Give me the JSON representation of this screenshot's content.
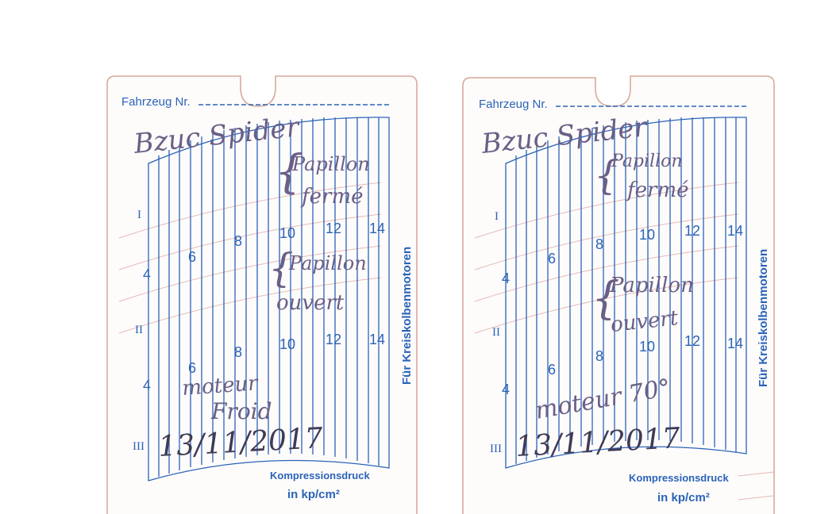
{
  "cards": [
    {
      "label": "Fahrzeug Nr.",
      "side": "Für Kreiskolbenmotoren",
      "caption1": "Kompressionsdruck",
      "caption2": "in kp/cm²",
      "rings": [
        "I",
        "II",
        "III"
      ],
      "scale_top": [
        "4",
        "6",
        "8",
        "10",
        "12",
        "14"
      ],
      "scale_mid": [
        "4",
        "6",
        "8",
        "10",
        "12",
        "14"
      ],
      "hw_title": "Bzuc Spider",
      "hw_1a": "Papillon",
      "hw_1b": "fermé",
      "hw_2a": "Papillon",
      "hw_2b": "ouvert",
      "hw_3a": "moteur",
      "hw_3b": "Froid",
      "hw_date": "13/11/2017"
    },
    {
      "label": "Fahrzeug Nr.",
      "side": "Für Kreiskolbenmotoren",
      "caption1": "Kompressionsdruck",
      "caption2": "in kp/cm²",
      "rings": [
        "I",
        "II",
        "III"
      ],
      "scale_top": [
        "4",
        "6",
        "8",
        "10",
        "12",
        "14"
      ],
      "scale_mid": [
        "4",
        "6",
        "8",
        "10",
        "12",
        "14"
      ],
      "hw_title": "Bzuc Spider",
      "hw_1a": "Papillon",
      "hw_1b": "fermé",
      "hw_2a": "Papillon",
      "hw_2b": "ouvert",
      "hw_3a": "moteur 70°",
      "hw_date": "13/11/2017"
    }
  ],
  "colors": {
    "print_blue": "#2a63b8",
    "card_border": "#d7a99a",
    "ink": "#6a5f86"
  }
}
